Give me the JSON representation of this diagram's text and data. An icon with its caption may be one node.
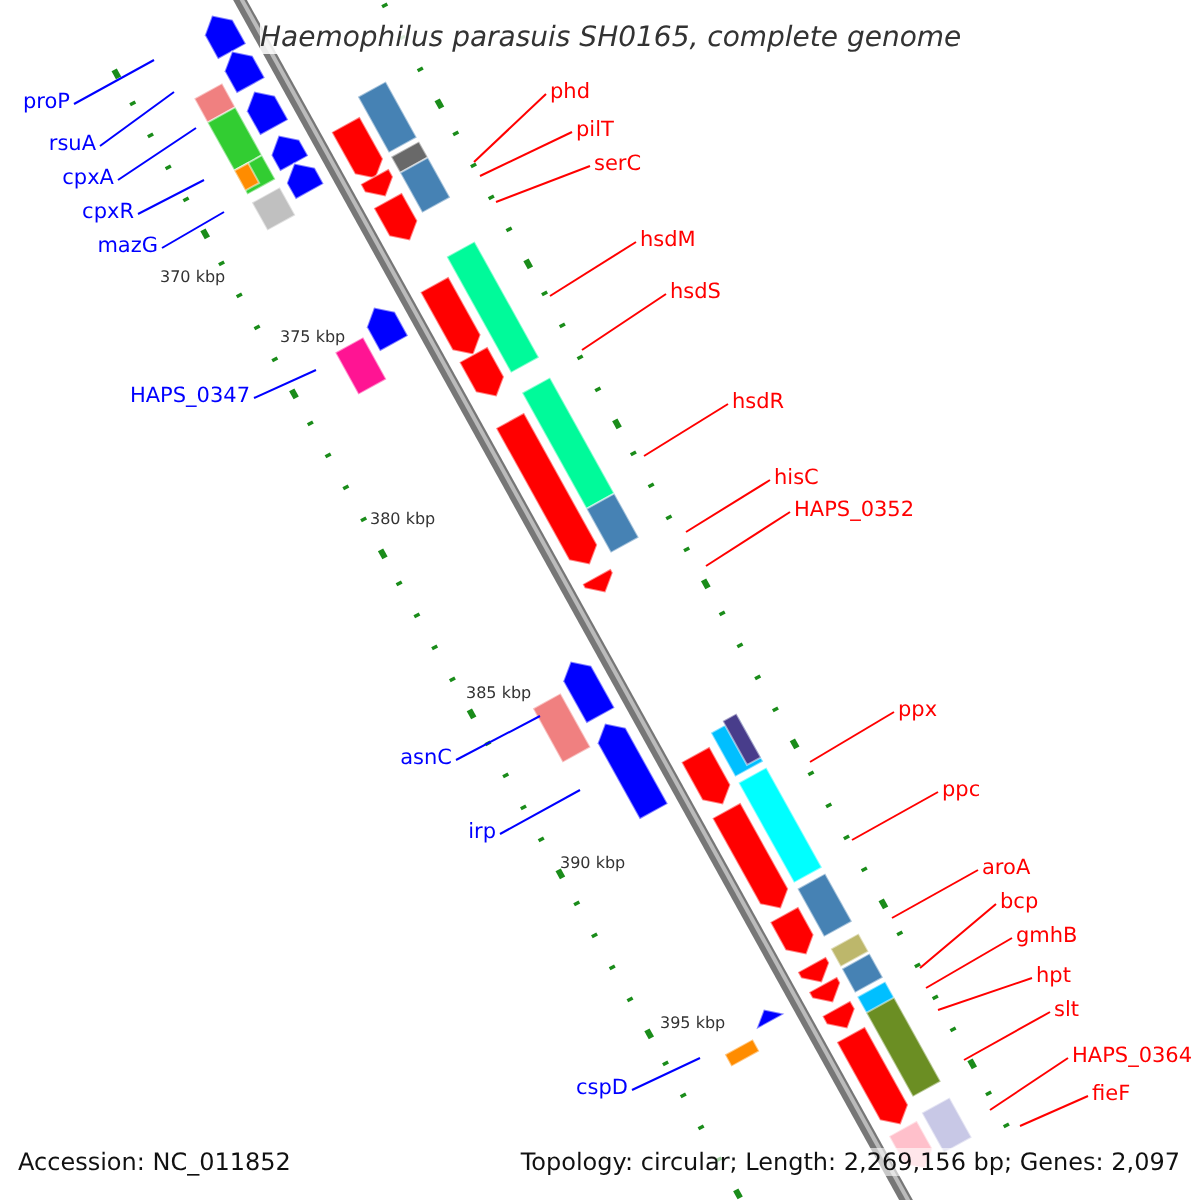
{
  "diagram": {
    "title": "Haemophilus parasuis SH0165, complete genome",
    "nodes": [
      {
        "text": [
          "proP"
        ]
      },
      {
        "text": [
          "rsuA"
        ]
      },
      {
        "text": [
          "cpxA"
        ]
      },
      {
        "text": [
          "cpxR"
        ]
      },
      {
        "text": [
          "mazG"
        ]
      },
      {
        "text": [
          "HAPS_0347"
        ]
      },
      {
        "text": [
          "asnC"
        ]
      },
      {
        "text": [
          "irp"
        ]
      },
      {
        "text": [
          "cspD"
        ]
      },
      {
        "text": [
          "phd"
        ]
      },
      {
        "text": [
          "pilT"
        ]
      },
      {
        "text": [
          "serC"
        ]
      },
      {
        "text": [
          "hsdM"
        ]
      },
      {
        "text": [
          "hsdS"
        ]
      },
      {
        "text": [
          "hsdR"
        ]
      },
      {
        "text": [
          "hisC"
        ]
      },
      {
        "text": [
          "HAPS_0352"
        ]
      },
      {
        "text": [
          "ppx"
        ]
      },
      {
        "text": [
          "ppc"
        ]
      },
      {
        "text": [
          "aroA"
        ]
      },
      {
        "text": [
          "bcp"
        ]
      },
      {
        "text": [
          "gmhB"
        ]
      },
      {
        "text": [
          "hpt"
        ]
      },
      {
        "text": [
          "slt"
        ]
      },
      {
        "text": [
          "HAPS_0364"
        ]
      },
      {
        "text": [
          "fieF"
        ]
      }
    ],
    "edges": [
      {
        "from": 0,
        "to": null,
        "arrow": "none",
        "color": "#0000ff"
      },
      {
        "from": 1,
        "to": null,
        "arrow": "none",
        "color": "#0000ff"
      },
      {
        "from": 2,
        "to": null,
        "arrow": "none",
        "color": "#0000ff"
      },
      {
        "from": 3,
        "to": null,
        "arrow": "none",
        "color": "#0000ff"
      },
      {
        "from": 4,
        "to": null,
        "arrow": "none",
        "color": "#0000ff"
      },
      {
        "from": 5,
        "to": null,
        "arrow": "none",
        "color": "#0000ff"
      },
      {
        "from": 6,
        "to": null,
        "arrow": "none",
        "color": "#0000ff"
      },
      {
        "from": 7,
        "to": null,
        "arrow": "none",
        "color": "#0000ff"
      },
      {
        "from": 8,
        "to": null,
        "arrow": "none",
        "color": "#0000ff"
      },
      {
        "from": 9,
        "to": null,
        "arrow": "none"
      },
      {
        "from": 10,
        "to": null,
        "arrow": "none"
      },
      {
        "from": 11,
        "to": null,
        "arrow": "none"
      },
      {
        "from": 12,
        "to": null,
        "arrow": "none"
      },
      {
        "from": 13,
        "to": null,
        "arrow": "none"
      },
      {
        "from": 14,
        "to": null,
        "arrow": "none"
      },
      {
        "from": 15,
        "to": null,
        "arrow": "none"
      },
      {
        "from": 16,
        "to": null,
        "arrow": "none"
      },
      {
        "from": 17,
        "to": null,
        "arrow": "none"
      },
      {
        "from": 18,
        "to": null,
        "arrow": "none"
      },
      {
        "from": 19,
        "to": null,
        "arrow": "none"
      },
      {
        "from": 20,
        "to": null,
        "arrow": "none"
      },
      {
        "from": 21,
        "to": null,
        "arrow": "none"
      },
      {
        "from": 22,
        "to": null,
        "arrow": "none"
      },
      {
        "from": 23,
        "to": null,
        "arrow": "none"
      },
      {
        "from": 24,
        "to": null,
        "arrow": "none"
      },
      {
        "from": 25,
        "to": null,
        "arrow": "none"
      }
    ],
    "labels": [
      "370 kbp",
      "375 kbp",
      "380 kbp",
      "385 kbp",
      "390 kbp",
      "395 kbp",
      "Accession: NC_011852",
      "Topology: circular; Length: 2,269,156 bp; Genes: 2,097"
    ]
  }
}
